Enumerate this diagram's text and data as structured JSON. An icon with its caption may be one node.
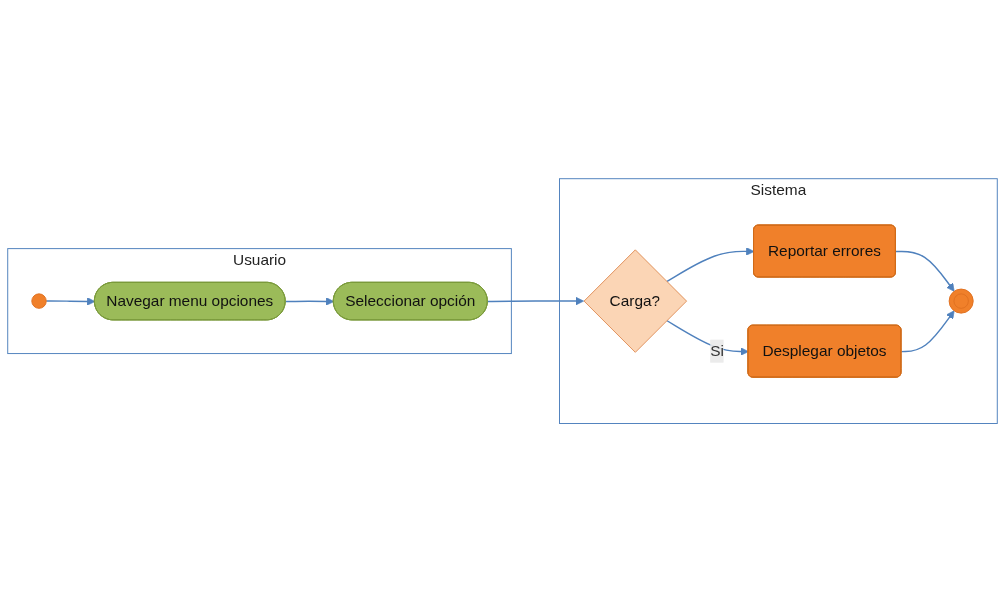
{
  "diagram": {
    "nodes": [
      {
        "text": [
          "Usuario"
        ]
      },
      {
        "text": [],
        "shape": "circle",
        "in": 0
      },
      {
        "text": [
          "Navegar menu opciones"
        ],
        "in": 0
      },
      {
        "text": [
          "Seleccionar opción"
        ],
        "in": 0
      },
      {
        "text": [
          "Sistema"
        ]
      },
      {
        "text": [
          "Reportar errores"
        ],
        "in": 4
      },
      {
        "text": [],
        "shape": "circle",
        "in": 4
      },
      {
        "text": [
          "Carga?"
        ],
        "in": 4
      },
      {
        "text": [
          "Desplegar objetos"
        ],
        "in": 4
      }
    ],
    "edges": [
      {
        "from": 1,
        "to": 2,
        "arrow": "to"
      },
      {
        "from": 2,
        "to": 3,
        "arrow": "to"
      },
      {
        "from": 3,
        "to": 7,
        "arrow": "to"
      },
      {
        "from": 7,
        "to": 5,
        "arrow": "to"
      },
      {
        "from": 7,
        "to": 8,
        "label": "Si",
        "arrow": "to"
      },
      {
        "from": 5,
        "to": 6,
        "arrow": "to"
      },
      {
        "from": 8,
        "to": 6,
        "arrow": "to"
      }
    ]
  }
}
